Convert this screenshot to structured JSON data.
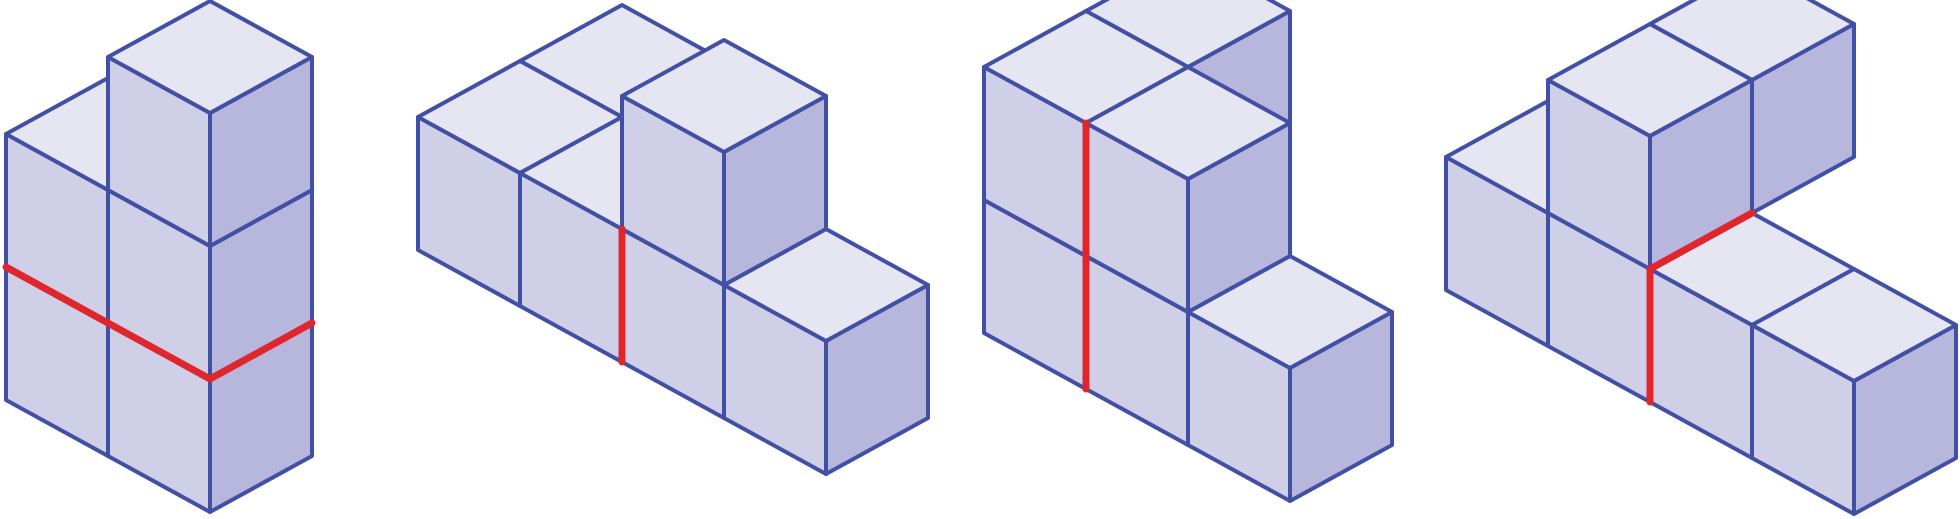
{
  "colors": {
    "background": "#ffffff",
    "top_face": "#e6e6f3",
    "front_face": "#cfcfe7",
    "side_face": "#b7b7dd",
    "edge": "#4150a5",
    "highlight": "#e0262d"
  },
  "figures": [
    {
      "name": "figure-1",
      "cube_count": 7
    },
    {
      "name": "figure-2",
      "cube_count": 6
    },
    {
      "name": "figure-3",
      "cube_count": 6
    },
    {
      "name": "figure-4",
      "cube_count": 7
    }
  ]
}
